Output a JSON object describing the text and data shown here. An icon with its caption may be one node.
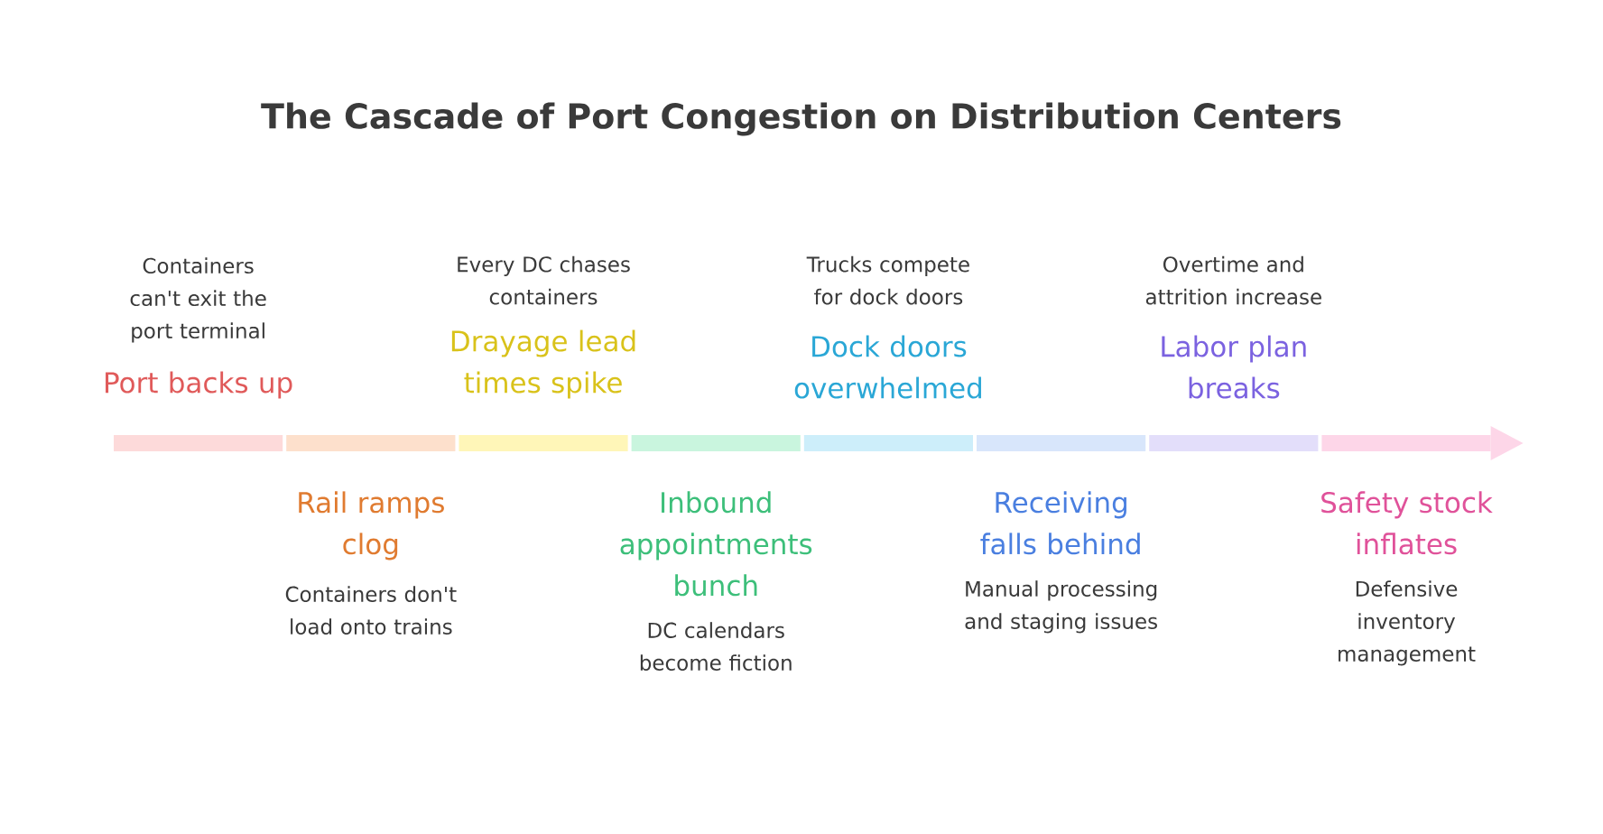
{
  "diagram": {
    "title": "The Cascade of Port Congestion on Distribution Centers",
    "nodes": [
      {
        "text": [
          "Containers can't exit the port terminal",
          "Port backs up"
        ]
      },
      {
        "text": [
          "Rail ramps clog",
          "Containers don't load onto trains"
        ]
      },
      {
        "text": [
          "Every DC chases containers",
          "Drayage lead times spike"
        ]
      },
      {
        "text": [
          "Inbound appointments bunch",
          "DC calendars become fiction"
        ]
      },
      {
        "text": [
          "Trucks compete for dock doors",
          "Dock doors overwhelmed"
        ]
      },
      {
        "text": [
          "Receiving falls behind",
          "Manual processing and staging issues"
        ]
      },
      {
        "text": [
          "Overtime and attrition increase",
          "Labor plan breaks"
        ]
      },
      {
        "text": [
          "Safety stock inflates",
          "Defensive inventory management"
        ]
      }
    ]
  }
}
